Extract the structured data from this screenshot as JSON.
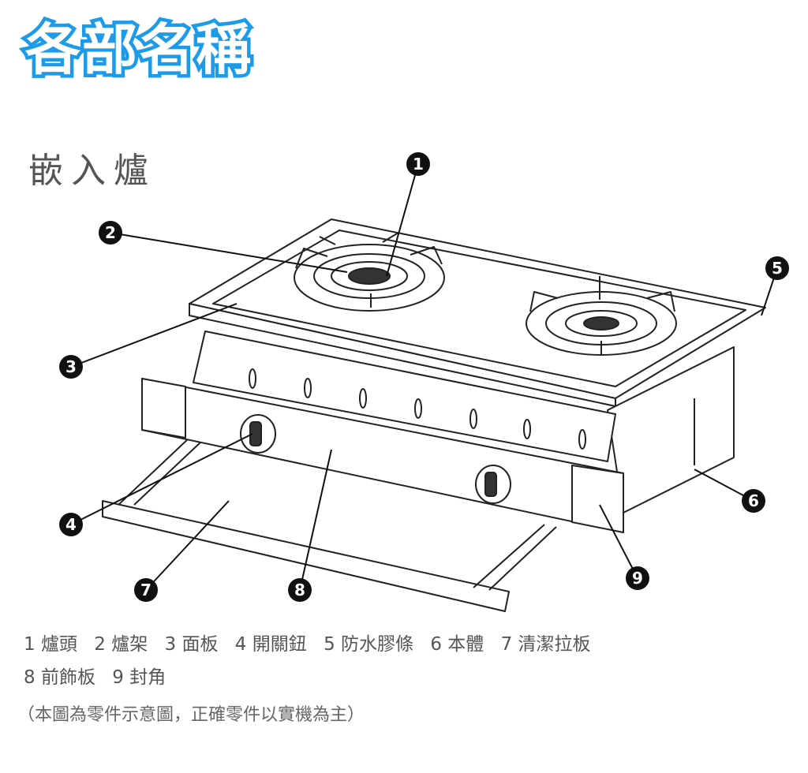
{
  "title": "各部名稱",
  "subtitle": "嵌入爐",
  "callouts": [
    "1",
    "2",
    "3",
    "4",
    "5",
    "6",
    "7",
    "8",
    "9"
  ],
  "legend": {
    "line1": [
      "1 爐頭",
      "2 爐架",
      "3 面板",
      "4 開關鈕",
      "5 防水膠條",
      "6 本體",
      "7 清潔拉板"
    ],
    "line2": [
      "8 前飾板",
      "9 封角"
    ]
  },
  "note": "（本圖為零件示意圖，正確零件以實機為主）"
}
